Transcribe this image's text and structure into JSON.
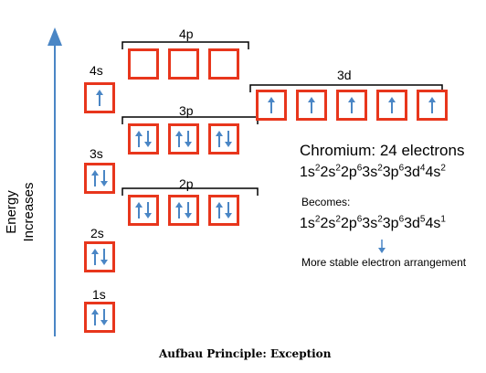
{
  "axis_label": {
    "line1": "Energy",
    "line2": "Increases"
  },
  "levels": {
    "s4": "4s",
    "s3": "3s",
    "s2": "2s",
    "s1": "1s",
    "p4": "4p",
    "p3": "3p",
    "p2": "2p",
    "d3": "3d"
  },
  "orbitals": {
    "1s": [
      "up-down"
    ],
    "2s": [
      "up-down"
    ],
    "2p": [
      "up-down",
      "up-down",
      "up-down"
    ],
    "3s": [
      "up-down"
    ],
    "3p": [
      "up-down",
      "up-down",
      "up-down"
    ],
    "4s": [
      "up"
    ],
    "3d": [
      "up",
      "up",
      "up",
      "up",
      "up"
    ],
    "4p": [
      "empty",
      "empty",
      "empty"
    ]
  },
  "element": {
    "title": "Chromium: 24 electrons",
    "config_before": [
      {
        "base": "1s",
        "exp": "2"
      },
      {
        "base": "2s",
        "exp": "2"
      },
      {
        "base": "2p",
        "exp": "6"
      },
      {
        "base": "3s",
        "exp": "2"
      },
      {
        "base": "3p",
        "exp": "6"
      },
      {
        "base": "3d",
        "exp": "4"
      },
      {
        "base": "4s",
        "exp": "2"
      }
    ],
    "becomes_label": "Becomes:",
    "config_after": [
      {
        "base": "1s",
        "exp": "2"
      },
      {
        "base": "2s",
        "exp": "2"
      },
      {
        "base": "2p",
        "exp": "6"
      },
      {
        "base": "3s",
        "exp": "2"
      },
      {
        "base": "3p",
        "exp": "6"
      },
      {
        "base": "3d",
        "exp": "5"
      },
      {
        "base": "4s",
        "exp": "1"
      }
    ],
    "stable_label": "More stable electron arrangement"
  },
  "caption": "Aufbau Principle: Exception",
  "colors": {
    "box": "#e8361c",
    "arrow": "#4a86c5",
    "axis": "#4a86c5",
    "bracket": "#000000"
  }
}
